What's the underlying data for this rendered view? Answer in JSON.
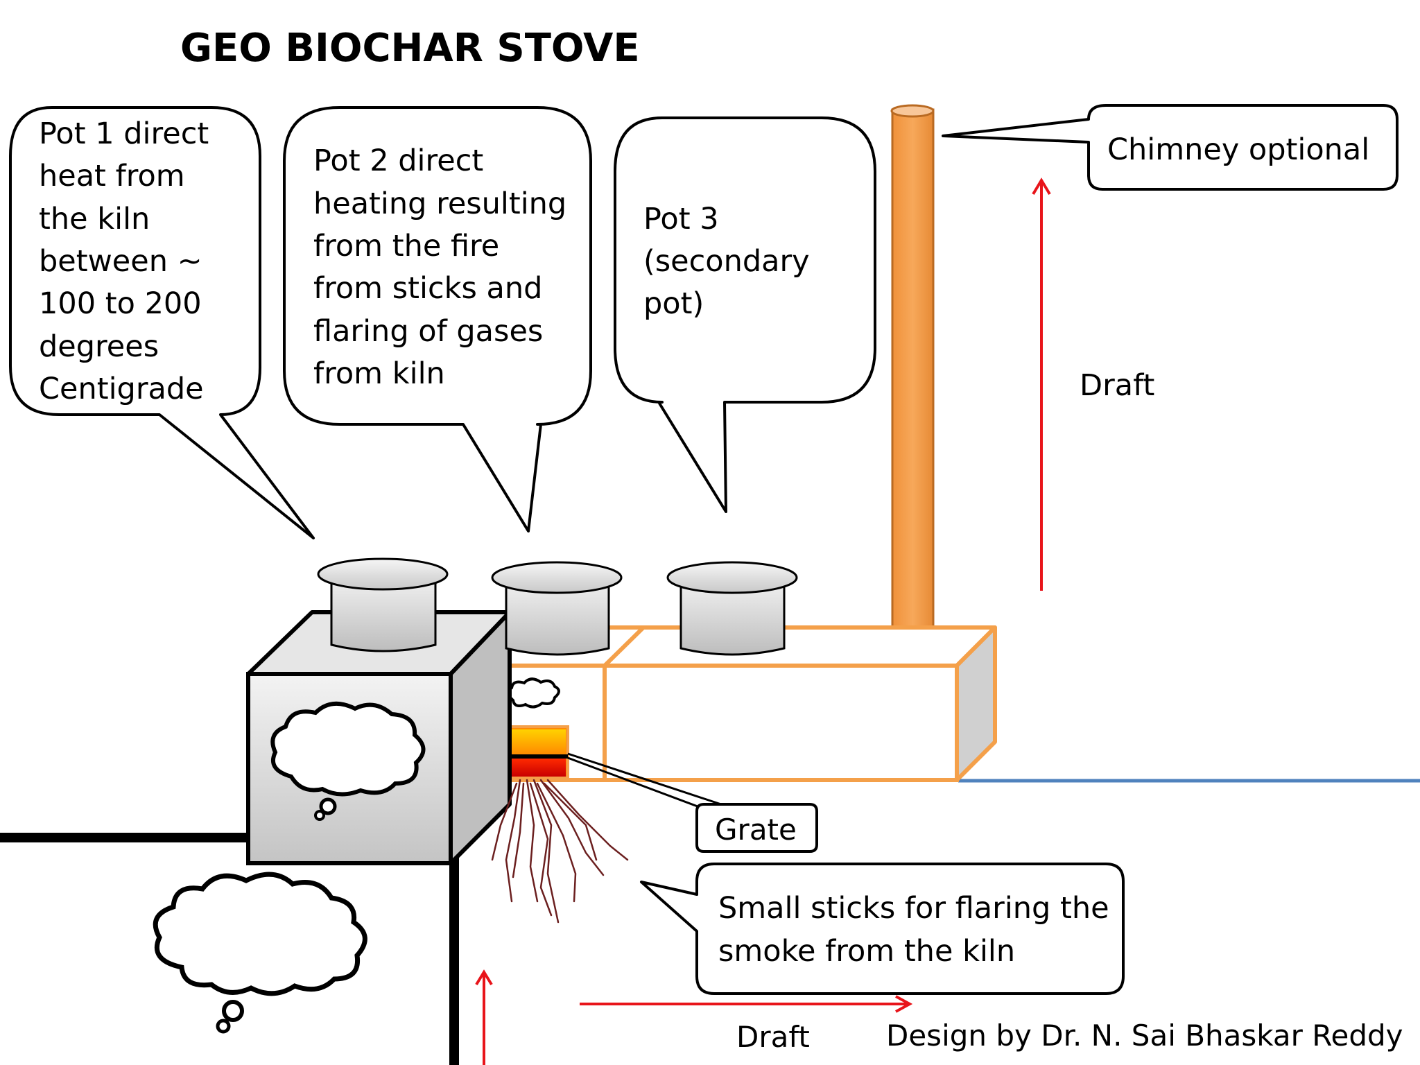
{
  "title": "GEO BIOCHAR STOVE",
  "callouts": {
    "pot1": [
      "Pot 1 direct",
      "heat from",
      "the kiln",
      "between ~",
      "100 to 200",
      "degrees",
      "Centigrade"
    ],
    "pot2": [
      "Pot 2 direct",
      "heating resulting",
      "from the fire",
      "from sticks  and",
      "flaring of gases",
      "from kiln"
    ],
    "pot3": [
      "Pot 3",
      "(secondary",
      "pot)"
    ],
    "chimney": "Chimney optional",
    "sticks": [
      "Small sticks for flaring the",
      "smoke from the kiln"
    ],
    "grate": "Grate"
  },
  "labels": {
    "draft_top": "Draft",
    "draft_bottom": "Draft",
    "credit": "Design by Dr. N. Sai Bhaskar Reddy"
  },
  "colors": {
    "orange": "#f4a04a",
    "orange_dark": "#d27b2a",
    "gray": "#d4d4d4",
    "red_arrow": "#e8141a",
    "blue_ground": "#4f82bd",
    "stick": "#6b1f1f"
  }
}
